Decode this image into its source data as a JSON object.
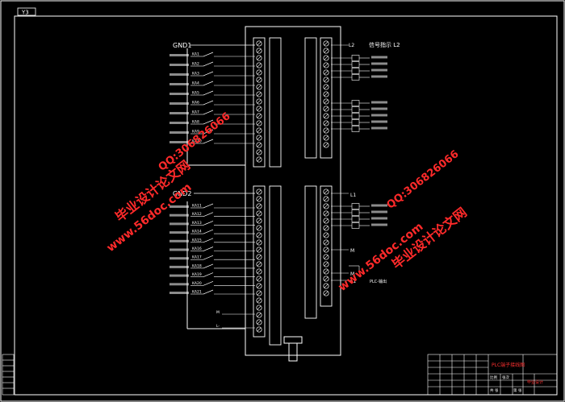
{
  "sheet": {
    "tag": "Y3"
  },
  "upper_block": {
    "gnd_label": "GND1",
    "relays": [
      "KA1",
      "KA2",
      "KA3",
      "KA4",
      "KA5",
      "KA6",
      "KA7",
      "KA8",
      "KA9",
      "KA10"
    ],
    "right_top_label": "L2",
    "right_caption": "信号指示 L2"
  },
  "lower_block": {
    "gnd_label": "GND2",
    "relays": [
      "KA11",
      "KA12",
      "KA13",
      "KA14",
      "KA15",
      "KA16",
      "KA17",
      "KA18",
      "KA19",
      "KA20",
      "KA21"
    ],
    "extra_inputs": [
      "M",
      "L-"
    ],
    "right_labels": {
      "l1_top": "L1",
      "m1": "M",
      "m2": "M",
      "l1_bottom": "L1"
    },
    "plc_label": "PLC-输出"
  },
  "watermarks": [
    {
      "site": "www.56doc.com",
      "name": "毕业设计论文网",
      "qq": "QQ:306826066"
    },
    {
      "site": "www.56doc.com",
      "name": "毕业设计论文网",
      "qq": "QQ:306826066"
    }
  ],
  "title_block": {
    "drawing_title": "PLC端子接线图",
    "school": "毕业设计",
    "cells": [
      "比例",
      "张次",
      "共 张",
      "第 张"
    ]
  },
  "colors": {
    "line": "#ffffff",
    "frame": "#ffffff",
    "watermark": "#ff2a2a",
    "title_red": "#ff3030"
  }
}
